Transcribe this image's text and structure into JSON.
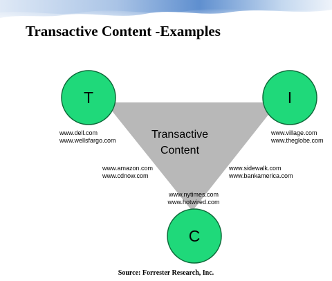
{
  "title": "Transactive Content -Examples",
  "center_label": {
    "line1": "Transactive",
    "line2": "Content"
  },
  "nodes": {
    "t": "T",
    "i": "I",
    "c": "C"
  },
  "sites": {
    "t_group": [
      "www.dell.com",
      "www.wellsfargo.com"
    ],
    "i_group": [
      "www.village.com",
      "www.theglobe.com"
    ],
    "tc_group": [
      "www.amazon.com",
      "www.cdnow.com"
    ],
    "ic_group": [
      "www.sidewalk.com",
      "www.bankamerica.com"
    ],
    "c_group": [
      "www.nytimes.com",
      "www.hotwired.com"
    ]
  },
  "source": "Source: Forrester Research, Inc.",
  "colors": {
    "circle_fill": "#1fd97a",
    "circle_stroke": "#0e6b3a",
    "triangle_fill": "#b8b8b8",
    "header_band": "#7fa7d9"
  }
}
